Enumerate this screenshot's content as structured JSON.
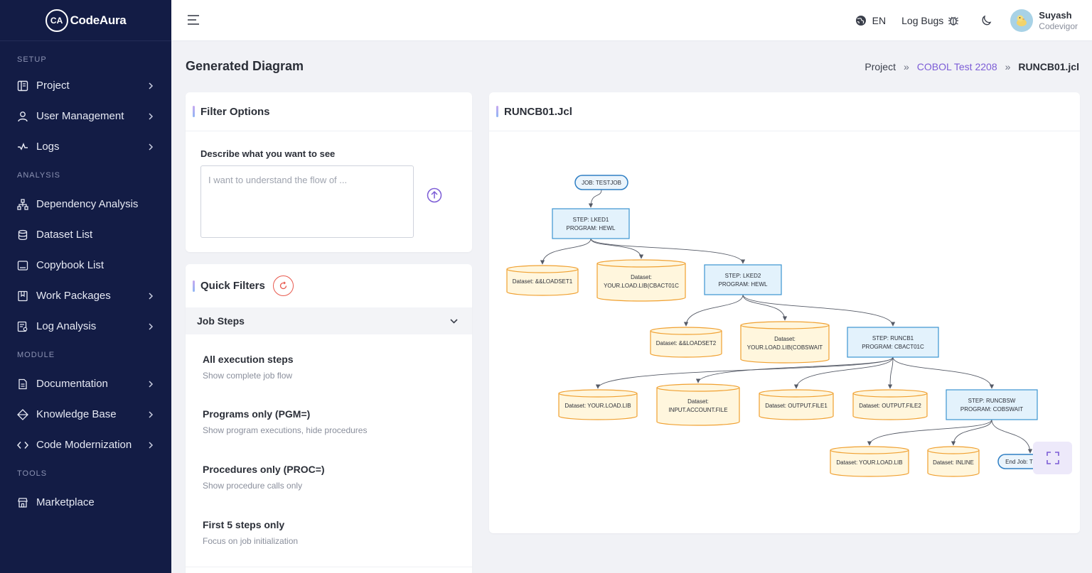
{
  "app": {
    "name": "CodeAura",
    "logo_mark": "CA"
  },
  "sidebar": {
    "sections": [
      {
        "label": "SETUP",
        "items": [
          {
            "label": "Project",
            "icon": "project-icon",
            "has_children": true
          },
          {
            "label": "User Management",
            "icon": "user-icon",
            "has_children": true
          },
          {
            "label": "Logs",
            "icon": "pulse-icon",
            "has_children": true
          }
        ]
      },
      {
        "label": "ANALYSIS",
        "items": [
          {
            "label": "Dependency Analysis",
            "icon": "hierarchy-icon",
            "has_children": false
          },
          {
            "label": "Dataset List",
            "icon": "database-icon",
            "has_children": false
          },
          {
            "label": "Copybook List",
            "icon": "copybook-icon",
            "has_children": false
          },
          {
            "label": "Work Packages",
            "icon": "book-icon",
            "has_children": true
          },
          {
            "label": "Log Analysis",
            "icon": "log-analysis-icon",
            "has_children": true
          }
        ]
      },
      {
        "label": "MODULE",
        "items": [
          {
            "label": "Documentation",
            "icon": "document-icon",
            "has_children": true
          },
          {
            "label": "Knowledge Base",
            "icon": "diamond-icon",
            "has_children": true
          },
          {
            "label": "Code Modernization",
            "icon": "code-icon",
            "has_children": true
          }
        ]
      },
      {
        "label": "TOOLS",
        "items": [
          {
            "label": "Marketplace",
            "icon": "store-icon",
            "has_children": false
          }
        ]
      }
    ]
  },
  "topbar": {
    "language": "EN",
    "log_bugs": "Log Bugs",
    "user": {
      "name": "Suyash",
      "org": "Codevigor"
    }
  },
  "page": {
    "title": "Generated Diagram",
    "breadcrumb": {
      "root": "Project",
      "project": "COBOL Test 2208",
      "current": "RUNCB01.jcl"
    }
  },
  "filter": {
    "title": "Filter Options",
    "describe_label": "Describe what you want to see",
    "placeholder": "I want to understand the flow of ...",
    "value": ""
  },
  "quick_filters": {
    "title": "Quick Filters",
    "section": "Job Steps",
    "items": [
      {
        "title": "All execution steps",
        "subtitle": "Show complete job flow"
      },
      {
        "title": "Programs only (PGM=)",
        "subtitle": "Show program executions, hide procedures"
      },
      {
        "title": "Procedures only (PROC=)",
        "subtitle": "Show procedure calls only"
      },
      {
        "title": "First 5 steps only",
        "subtitle": "Focus on job initialization"
      }
    ]
  },
  "diagram": {
    "title": "RUNCB01.Jcl",
    "colors": {
      "job": "#2f7fc4",
      "step_fill": "#e3f2fc",
      "step_stroke": "#3b94d0",
      "dataset_fill": "#fff6dd",
      "dataset_stroke": "#f0a030",
      "edge": "#555a66"
    },
    "nodes": [
      {
        "id": "job",
        "type": "job",
        "lines": [
          "JOB: TESTJOB"
        ]
      },
      {
        "id": "lked1",
        "type": "step",
        "lines": [
          "STEP: LKED1",
          "PROGRAM: HEWL"
        ]
      },
      {
        "id": "ds1",
        "type": "dataset",
        "lines": [
          "Dataset: &&LOADSET1"
        ]
      },
      {
        "id": "ds2",
        "type": "dataset",
        "lines": [
          "Dataset:",
          "YOUR.LOAD.LIB(CBACT01C"
        ]
      },
      {
        "id": "lked2",
        "type": "step",
        "lines": [
          "STEP: LKED2",
          "PROGRAM: HEWL"
        ]
      },
      {
        "id": "ds3",
        "type": "dataset",
        "lines": [
          "Dataset: &&LOADSET2"
        ]
      },
      {
        "id": "ds4",
        "type": "dataset",
        "lines": [
          "Dataset:",
          "YOUR.LOAD.LIB(COBSWAIT"
        ]
      },
      {
        "id": "runcb1",
        "type": "step",
        "lines": [
          "STEP: RUNCB1",
          "PROGRAM: CBACT01C"
        ]
      },
      {
        "id": "ds5",
        "type": "dataset",
        "lines": [
          "Dataset: YOUR.LOAD.LIB"
        ]
      },
      {
        "id": "ds6",
        "type": "dataset",
        "lines": [
          "Dataset:",
          "INPUT.ACCOUNT.FILE"
        ]
      },
      {
        "id": "ds7",
        "type": "dataset",
        "lines": [
          "Dataset: OUTPUT.FILE1"
        ]
      },
      {
        "id": "ds8",
        "type": "dataset",
        "lines": [
          "Dataset: OUTPUT.FILE2"
        ]
      },
      {
        "id": "runcbsw",
        "type": "step",
        "lines": [
          "STEP: RUNCBSW",
          "PROGRAM: COBSWAIT"
        ]
      },
      {
        "id": "ds9",
        "type": "dataset",
        "lines": [
          "Dataset: YOUR.LOAD.LIB"
        ]
      },
      {
        "id": "ds10",
        "type": "dataset",
        "lines": [
          "Dataset: INLINE"
        ]
      },
      {
        "id": "end",
        "type": "job",
        "lines": [
          "End Job: TESTJOB"
        ]
      }
    ],
    "edges": [
      [
        "job",
        "lked1"
      ],
      [
        "lked1",
        "ds1"
      ],
      [
        "lked1",
        "ds2"
      ],
      [
        "lked1",
        "lked2"
      ],
      [
        "lked2",
        "ds3"
      ],
      [
        "lked2",
        "ds4"
      ],
      [
        "lked2",
        "runcb1"
      ],
      [
        "runcb1",
        "ds5"
      ],
      [
        "runcb1",
        "ds6"
      ],
      [
        "runcb1",
        "ds7"
      ],
      [
        "runcb1",
        "ds8"
      ],
      [
        "runcb1",
        "runcbsw"
      ],
      [
        "runcbsw",
        "ds9"
      ],
      [
        "runcbsw",
        "ds10"
      ],
      [
        "runcbsw",
        "end"
      ]
    ]
  }
}
